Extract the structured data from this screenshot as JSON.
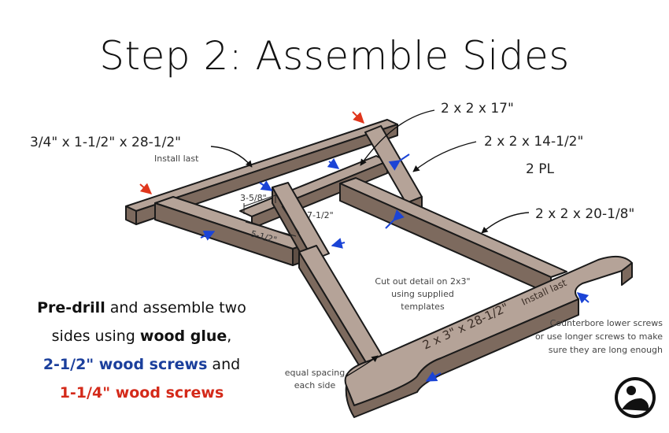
{
  "title": "Step 2: Assemble Sides",
  "labels": {
    "top_rail": "3/4\" x 1-1/2\" x 28-1/2\"",
    "install_last_top": "Install last",
    "brace_17": "2 x 2 x 17\"",
    "brace_14": "2 x 2 x 14-1/2\"",
    "brace_14_qty": "2 PL",
    "stretcher": "2 x 2 x 20-1/8\"",
    "dim_358": "3-5/8\"",
    "dim_712": "7-1/2\"",
    "dim_512": "5-1/2\"",
    "foot": "2 x 3\" x 28-1/2\"",
    "install_last_foot": "Install last",
    "cut_out_1": "Cut out detail on 2x3\"",
    "cut_out_2": "using supplied",
    "cut_out_3": "templates",
    "counterbore_1": "Counterbore lower screws",
    "counterbore_2": "or use longer screws to make",
    "counterbore_3": "sure they are long enough",
    "spacing_1": "equal spacing",
    "spacing_2": "each side"
  },
  "instructions": {
    "pre_drill": "Pre-drill",
    "part1": " and assemble two",
    "part2": "sides using ",
    "wood_glue": "wood glue",
    "comma": ",",
    "screws_long": "2-1/2\" wood screws",
    "and": " and",
    "screws_short": "1-1/4\" wood screws"
  },
  "colors": {
    "blue_arrow": "#1b44d6",
    "red_arrow": "#e0361c",
    "wood_top": "#b5a398",
    "wood_side": "#7d6a5e"
  }
}
